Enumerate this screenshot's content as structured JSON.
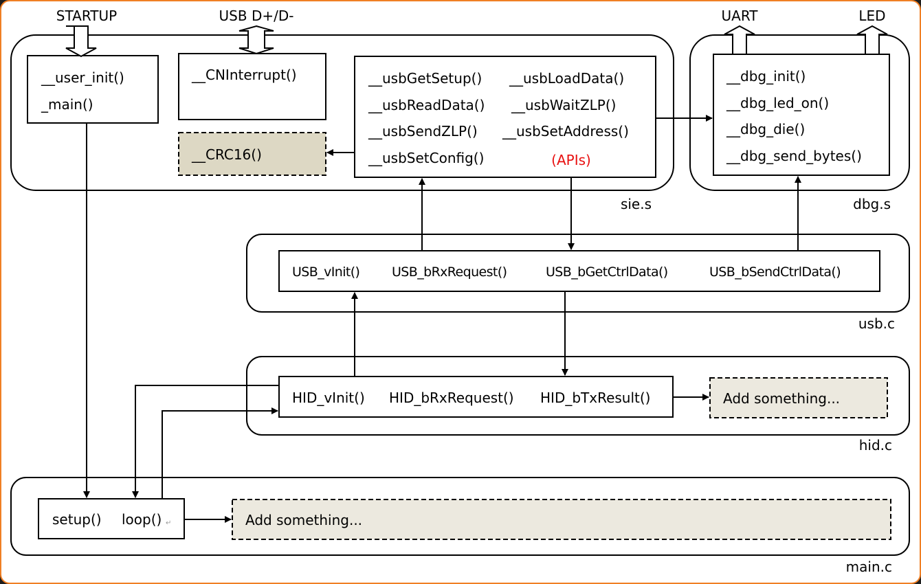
{
  "diagram": {
    "colors": {
      "frame_border": "#f07f24",
      "placeholder_fill": "#ddd8c4",
      "placeholder_fill_light": "#ece9df",
      "api_label": "#e81010"
    },
    "external_signals": {
      "startup": "STARTUP",
      "usb": "USB D+/D-",
      "uart": "UART",
      "led": "LED"
    },
    "modules": {
      "sie": {
        "file": "sie.s",
        "startup_box": [
          "__user_init()",
          "_main()"
        ],
        "interrupt_box": [
          "__CNInterrupt()"
        ],
        "crc_box": [
          "__CRC16()"
        ],
        "api_box": {
          "left": [
            "__usbGetSetup()",
            "__usbReadData()",
            "__usbSendZLP()",
            "__usbSetConfig()"
          ],
          "right": [
            "__usbLoadData()",
            "__usbWaitZLP()",
            "__usbSetAddress()"
          ],
          "tag": "(APIs)"
        }
      },
      "dbg": {
        "file": "dbg.s",
        "functions": [
          "__dbg_init()",
          "__dbg_led_on()",
          "__dbg_die()",
          "__dbg_send_bytes()"
        ]
      },
      "usb": {
        "file": "usb.c",
        "functions": [
          "USB_vInit()",
          "USB_bRxRequest()",
          "USB_bGetCtrlData()",
          "USB_bSendCtrlData()"
        ]
      },
      "hid": {
        "file": "hid.c",
        "functions": [
          "HID_vInit()",
          "HID_bRxRequest()",
          "HID_bTxResult()"
        ],
        "placeholder": "Add something..."
      },
      "main": {
        "file": "main.c",
        "functions": [
          "setup()",
          "loop()"
        ],
        "placeholder": "Add something..."
      }
    }
  }
}
